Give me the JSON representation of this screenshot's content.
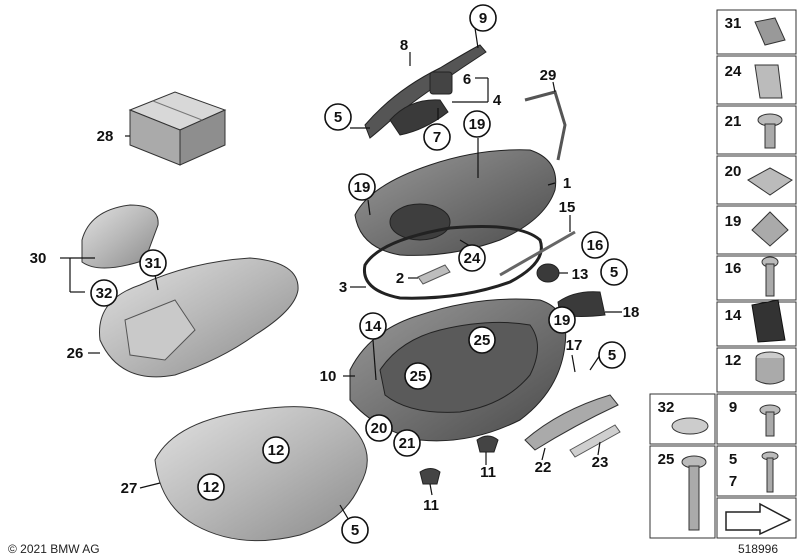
{
  "copyright": "© 2021 BMW AG",
  "diagram_number": "518996",
  "part_labels": {
    "p1": "1",
    "p2": "2",
    "p3": "3",
    "p4": "4",
    "p5a": "5",
    "p5b": "5",
    "p5c": "5",
    "p5d": "5",
    "p6": "6",
    "p7": "7",
    "p8": "8",
    "p9": "9",
    "p10": "10",
    "p11a": "11",
    "p11b": "11",
    "p12a": "12",
    "p12b": "12",
    "p13": "13",
    "p14": "14",
    "p15": "15",
    "p16": "16",
    "p17": "17",
    "p18": "18",
    "p19a": "19",
    "p19b": "19",
    "p19c": "19",
    "p20": "20",
    "p21": "21",
    "p22": "22",
    "p23": "23",
    "p24": "24",
    "p25a": "25",
    "p25b": "25",
    "p26": "26",
    "p27": "27",
    "p28": "28",
    "p29": "29",
    "p30": "30",
    "p31": "31",
    "p32": "32"
  },
  "legend": [
    {
      "label": "31"
    },
    {
      "label": "24"
    },
    {
      "label": "21"
    },
    {
      "label": "20"
    },
    {
      "label": "19"
    },
    {
      "label": "16"
    },
    {
      "label": "14"
    },
    {
      "label": "12"
    }
  ],
  "legend_pairs": [
    {
      "left": "32",
      "right": "9"
    },
    {
      "left": "25",
      "right": "5",
      "right2": "7"
    }
  ],
  "colors": {
    "part_light": "#d6d6d6",
    "part_mid": "#a9a9a9",
    "part_dark": "#6e6e6e",
    "outline": "#333333"
  }
}
